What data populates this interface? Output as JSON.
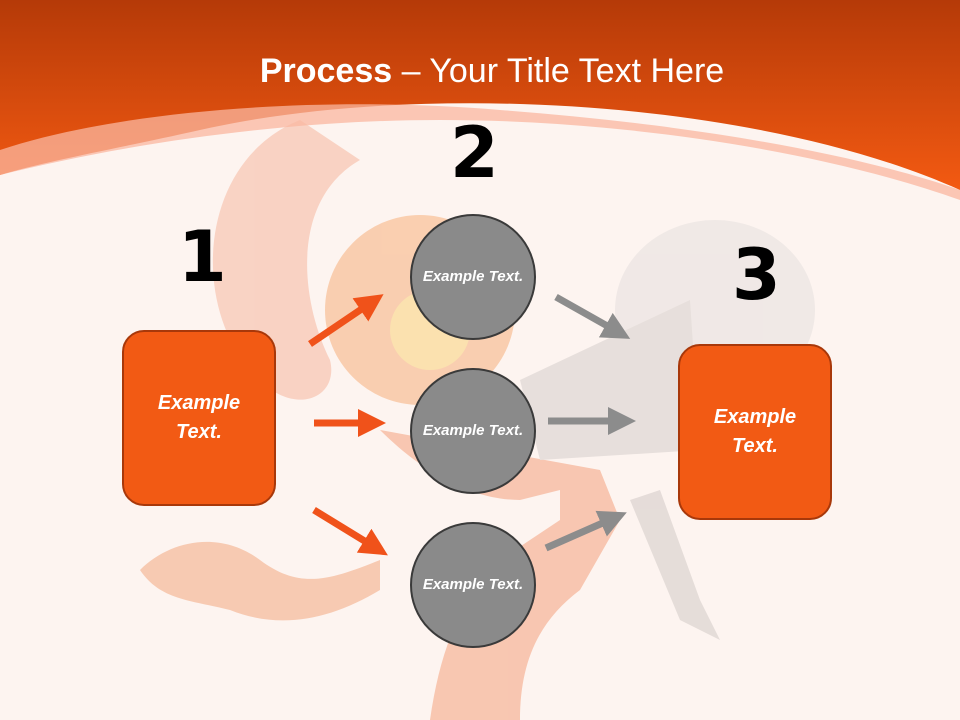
{
  "title": {
    "bold": "Process",
    "dash": " – ",
    "rest": "Your Title Text Here"
  },
  "steps": [
    {
      "number": "1",
      "box_text": "Example Text."
    },
    {
      "number": "2"
    },
    {
      "number": "3",
      "box_text": "Example Text."
    }
  ],
  "circles": [
    {
      "text": "Example Text."
    },
    {
      "text": "Example Text."
    },
    {
      "text": "Example Text."
    }
  ],
  "colors": {
    "accent": "#f25a14",
    "circle": "#8a8a8a",
    "arrow_orange": "#f0521a",
    "arrow_gray": "#8c8c8c"
  }
}
